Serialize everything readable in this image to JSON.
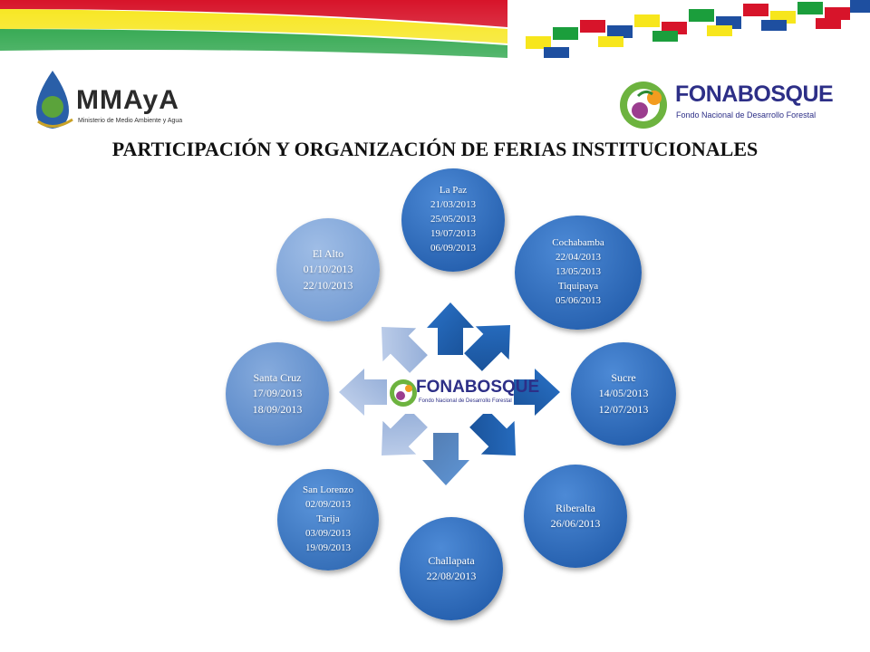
{
  "header": {
    "ministry_logo_text": "MMAyA",
    "ministry_logo_subtitle": "Ministerio de Medio Ambiente y Agua",
    "fonabosque_logo_text": "FONABOSQUE",
    "fonabosque_logo_subtitle": "Fondo Nacional de Desarrollo Forestal"
  },
  "title": "PARTICIPACIÓN Y ORGANIZACIÓN DE FERIAS INSTITUCIONALES",
  "center": {
    "logo_text": "FONABOSQUE",
    "logo_subtitle": "Fondo Nacional de Desarrollo Forestal"
  },
  "nodes": [
    {
      "id": "la-paz",
      "lines": [
        "La Paz",
        "21/03/2013",
        "25/05/2013",
        "19/07/2013",
        "06/09/2013"
      ]
    },
    {
      "id": "cochabamba",
      "lines": [
        "Cochabamba",
        "22/04/2013",
        "13/05/2013",
        "Tiquipaya",
        "05/06/2013"
      ]
    },
    {
      "id": "sucre",
      "lines": [
        "Sucre",
        "14/05/2013",
        "12/07/2013"
      ]
    },
    {
      "id": "riberalta",
      "lines": [
        "Riberalta",
        "26/06/2013"
      ]
    },
    {
      "id": "challapata",
      "lines": [
        "Challapata",
        "22/08/2013"
      ]
    },
    {
      "id": "san-lorenzo",
      "lines": [
        "San Lorenzo",
        "02/09/2013",
        "Tarija",
        "03/09/2013",
        "19/09/2013"
      ]
    },
    {
      "id": "santa-cruz",
      "lines": [
        "Santa Cruz",
        "17/09/2013",
        "18/09/2013"
      ]
    },
    {
      "id": "el-alto",
      "lines": [
        "El Alto",
        "01/10/2013",
        "22/10/2013"
      ]
    }
  ],
  "colors": {
    "node_dark": "#1f5aa6",
    "node_light": "#6f9dd8",
    "arrow_dark": "#1f5fb4",
    "arrow_light": "#b7c9e6",
    "banner_green": "#1b9e3c",
    "banner_yellow": "#f7e61c",
    "banner_red": "#d7142a",
    "banner_blue": "#1e4fa0"
  }
}
